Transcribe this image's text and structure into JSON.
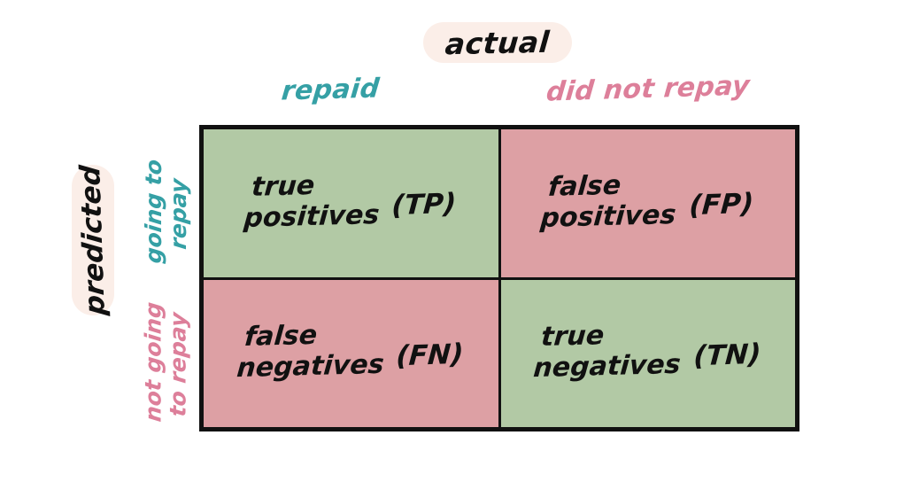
{
  "diagram": {
    "type": "confusion-matrix",
    "axis_titles": {
      "columns": "actual",
      "rows": "predicted"
    },
    "column_headers": [
      {
        "label": "repaid",
        "color": "#35a0a5"
      },
      {
        "label": "did not repay",
        "color": "#dd7f9a"
      }
    ],
    "row_headers": [
      {
        "line1": "going to",
        "line2": "repay",
        "color": "#35a0a5"
      },
      {
        "line1": "not going",
        "line2": "to repay",
        "color": "#dd7f9a"
      }
    ],
    "cells": [
      {
        "line1": "true",
        "line2": "positives",
        "abbr": "(TP)",
        "fill": "#b2c9a5",
        "tone": "green"
      },
      {
        "line1": "false",
        "line2": "positives",
        "abbr": "(FP)",
        "fill": "#dda0a4",
        "tone": "pink"
      },
      {
        "line1": "false",
        "line2": "negatives",
        "abbr": "(FN)",
        "fill": "#dda0a4",
        "tone": "pink"
      },
      {
        "line1": "true",
        "line2": "negatives",
        "abbr": "(TN)",
        "fill": "#b2c9a5",
        "tone": "green"
      }
    ],
    "palette": {
      "background": "#ffffff",
      "ink": "#111111",
      "pill_background": "#fbeee8",
      "green_fill": "#b2c9a5",
      "pink_fill": "#dda0a4",
      "teal_text": "#35a0a5",
      "pink_text": "#dd7f9a"
    }
  }
}
